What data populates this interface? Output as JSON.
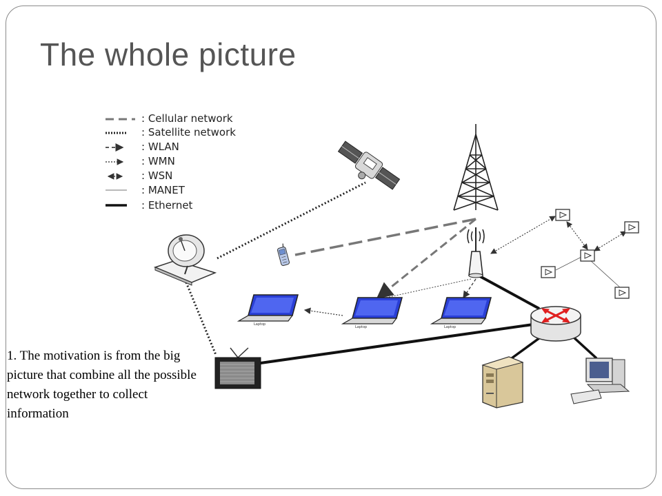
{
  "slide": {
    "title": "The whole picture",
    "note": "1. The motivation is from the big picture that combine all the possible network together to collect information"
  },
  "legend": [
    {
      "label": ": Cellular network",
      "style": "long-dash"
    },
    {
      "label": ": Satellite network",
      "style": "dotted"
    },
    {
      "label": ": WLAN",
      "style": "dash-arrow"
    },
    {
      "label": ": WMN",
      "style": "dotted-arrow"
    },
    {
      "label": ": WSN",
      "style": "double-arrow"
    },
    {
      "label": ": MANET",
      "style": "thin-line"
    },
    {
      "label": ": Ethernet",
      "style": "thick-line"
    }
  ],
  "nodes": {
    "laptop_label": "Laptop"
  },
  "colors": {
    "title": "#555555",
    "laptop_screen": "#2a3fd6",
    "router": "#5b6a86",
    "router_arrows": "#e02020",
    "server": "#e8d8a8"
  }
}
